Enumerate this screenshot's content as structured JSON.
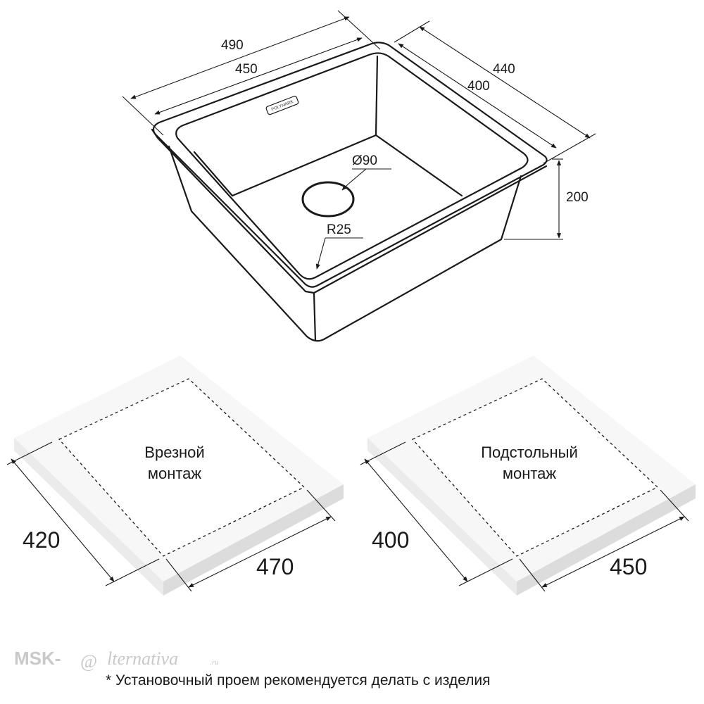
{
  "sink_dimensions": {
    "outer_length": "490",
    "inner_length": "450",
    "outer_width": "440",
    "inner_width": "400",
    "depth": "200",
    "drain_diameter": "Ø90",
    "corner_radius": "R25",
    "badge_label": "POLYMARK"
  },
  "mount_top": {
    "label_line1": "Врезной",
    "label_line2": "монтаж",
    "width_value": "420",
    "length_value": "470"
  },
  "mount_under": {
    "label_line1": "Подстольный",
    "label_line2": "монтаж",
    "width_value": "400",
    "length_value": "450"
  },
  "watermark": {
    "prefix": "MSK-",
    "at": "@",
    "script": "lternativa",
    "suffix": ".ru"
  },
  "footnote": "* Установочный проем рекомендуется делать с изделия"
}
